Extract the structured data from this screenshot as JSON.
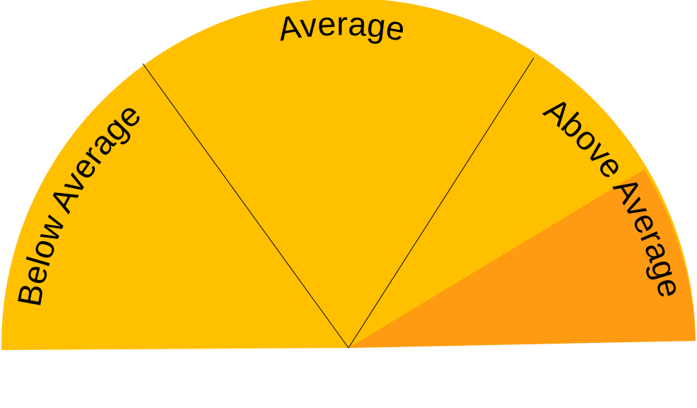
{
  "gauge": {
    "segments": [
      {
        "label": "Below Average"
      },
      {
        "label": "Average"
      },
      {
        "label": "Above Average"
      }
    ],
    "highlight": {
      "color": "#ff9b12"
    },
    "colors": {
      "band": "#ffc000",
      "divider": "#000000",
      "text": "#000000"
    }
  }
}
